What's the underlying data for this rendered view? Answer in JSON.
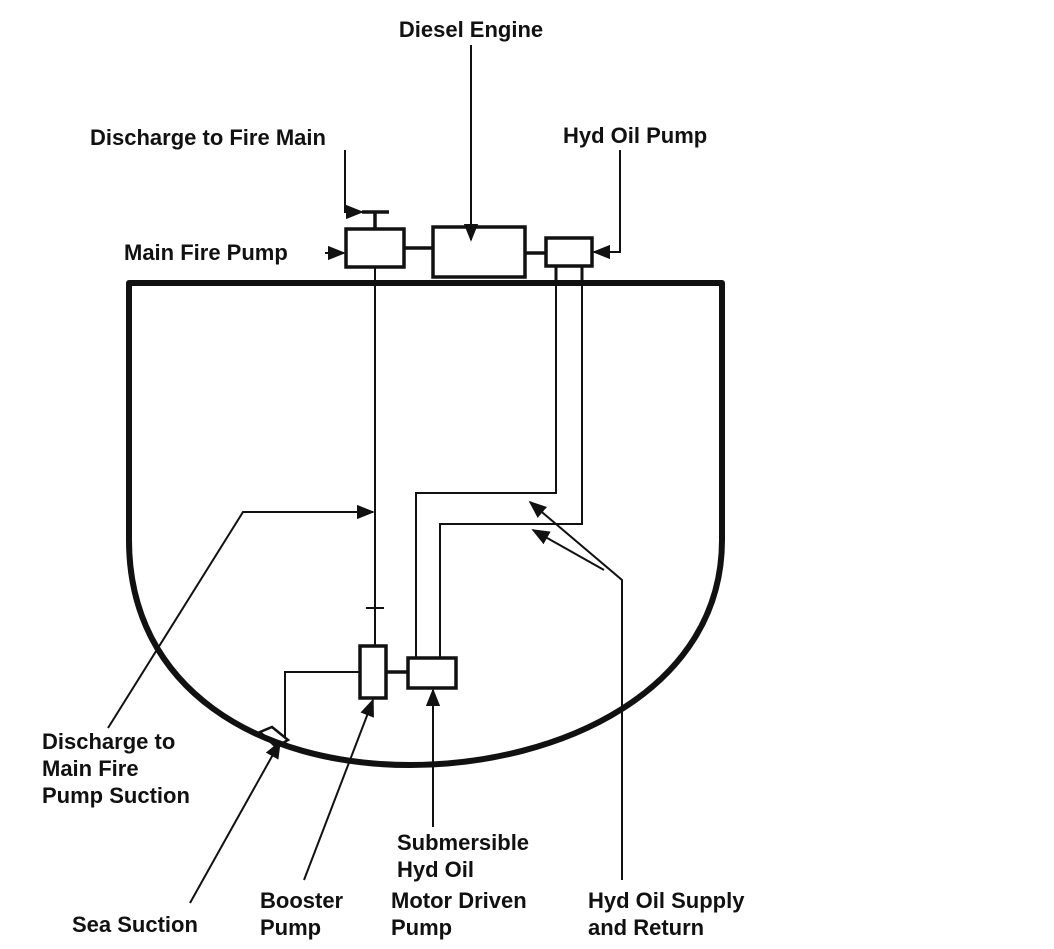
{
  "labels": {
    "diesel_engine": "Diesel Engine",
    "discharge_to_fire_main": "Discharge to Fire Main",
    "hyd_oil_pump": "Hyd Oil Pump",
    "main_fire_pump": "Main Fire Pump",
    "discharge_suction": [
      "Discharge to",
      "Main Fire",
      "Pump Suction"
    ],
    "sea_suction": "Sea Suction",
    "booster_pump": [
      "Booster",
      "Pump"
    ],
    "submersible_pump": [
      "Submersible",
      "Hyd Oil",
      "Motor Driven",
      "Pump"
    ],
    "hyd_oil_supply_return": [
      "Hyd Oil Supply",
      "and Return"
    ]
  }
}
